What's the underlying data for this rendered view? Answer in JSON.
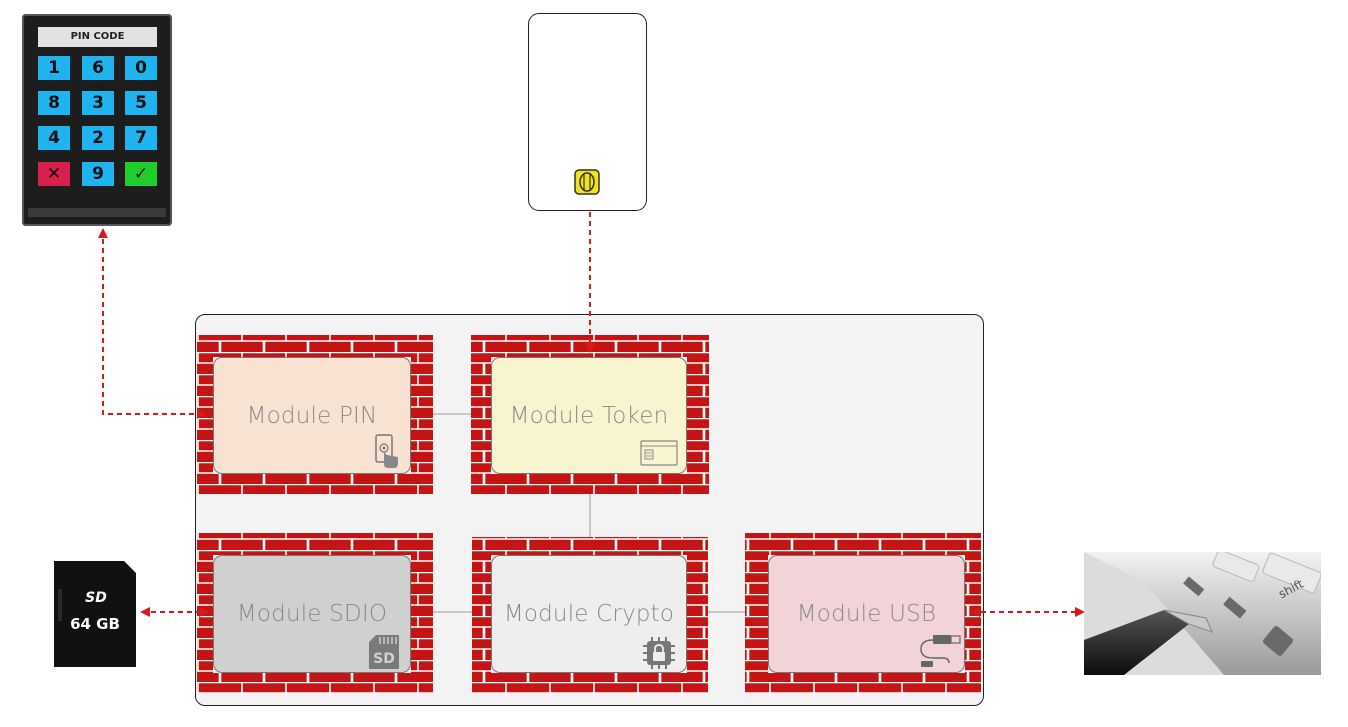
{
  "keypad": {
    "title": "PIN CODE",
    "keys": [
      "1",
      "6",
      "0",
      "8",
      "3",
      "5",
      "4",
      "2",
      "7",
      "✕",
      "9",
      "✓"
    ]
  },
  "modules": {
    "pin": {
      "label": "Module PIN",
      "color": "#f8e3d2",
      "icon": "smartphone-touch-icon"
    },
    "token": {
      "label": "Module Token",
      "color": "#f8f4cf",
      "icon": "id-card-icon"
    },
    "sdio": {
      "label": "Module SDIO",
      "color": "#d0d0d0",
      "icon": "sd-card-icon"
    },
    "crypto": {
      "label": "Module Crypto",
      "color": "#eeeeee",
      "icon": "secure-chip-icon"
    },
    "usb": {
      "label": "Module USB",
      "color": "#f2d4d8",
      "icon": "usb-cable-icon"
    }
  },
  "sdcard": {
    "logo": "SD",
    "capacity": "64 GB"
  },
  "usb_photo": {
    "key_label": "shift"
  },
  "colors": {
    "firewall_brick": "#c51414",
    "arrow": "#d91a1a",
    "frame_bg": "#f3f3f3"
  }
}
